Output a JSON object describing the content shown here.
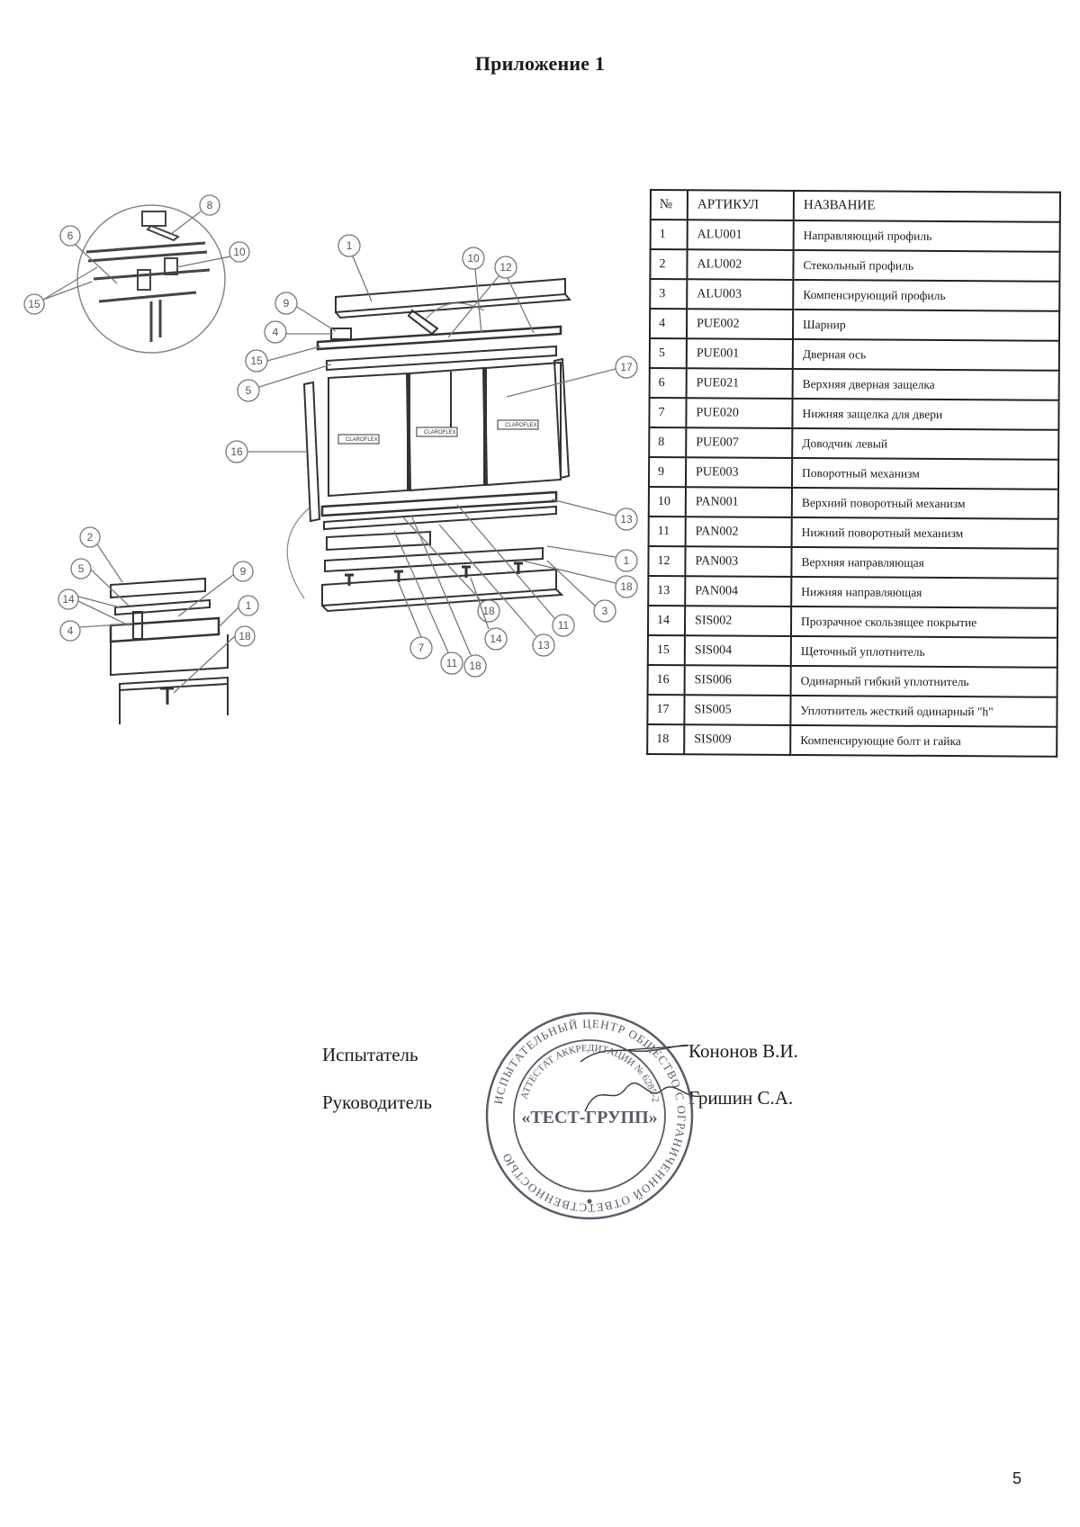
{
  "document": {
    "title": "Приложение 1",
    "page_number": "5"
  },
  "parts_table": {
    "headers": [
      "№",
      "АРТИКУЛ",
      "НАЗВАНИЕ"
    ],
    "rows": [
      {
        "num": "1",
        "code": "ALU001",
        "name": "Направляющий профиль"
      },
      {
        "num": "2",
        "code": "ALU002",
        "name": "Стекольный профиль"
      },
      {
        "num": "3",
        "code": "ALU003",
        "name": "Компенсирующий профиль"
      },
      {
        "num": "4",
        "code": "PUE002",
        "name": "Шарнир"
      },
      {
        "num": "5",
        "code": "PUE001",
        "name": "Дверная ось"
      },
      {
        "num": "6",
        "code": "PUE021",
        "name": "Верхняя дверная защелка"
      },
      {
        "num": "7",
        "code": "PUE020",
        "name": "Нижняя защелка для двери"
      },
      {
        "num": "8",
        "code": "PUE007",
        "name": "Доводчик левый"
      },
      {
        "num": "9",
        "code": "PUE003",
        "name": "Поворотный механизм"
      },
      {
        "num": "10",
        "code": "PAN001",
        "name": "Верхний поворотный механизм"
      },
      {
        "num": "11",
        "code": "PAN002",
        "name": "Нижний поворотный механизм"
      },
      {
        "num": "12",
        "code": "PAN003",
        "name": "Верхняя направляющая"
      },
      {
        "num": "13",
        "code": "PAN004",
        "name": "Нижняя направляющая"
      },
      {
        "num": "14",
        "code": "SIS002",
        "name": "Прозрачное скользящее покрытие"
      },
      {
        "num": "15",
        "code": "SIS004",
        "name": "Щеточный уплотнитель"
      },
      {
        "num": "16",
        "code": "SIS006",
        "name": "Одинарный гибкий уплотнитель"
      },
      {
        "num": "17",
        "code": "SIS005",
        "name": "Уплотнитель жесткий одинарный \"h\""
      },
      {
        "num": "18",
        "code": "SIS009",
        "name": "Компенсирующие болт и гайка"
      }
    ]
  },
  "drawing": {
    "brand_label": "CLAROFLEX",
    "callouts_top_detail": [
      "8",
      "6",
      "10",
      "15"
    ],
    "callouts_main": [
      "1",
      "10",
      "12",
      "9",
      "4",
      "15",
      "5",
      "17",
      "16",
      "13",
      "1",
      "18",
      "3",
      "11",
      "13",
      "14",
      "18",
      "7",
      "11",
      "18"
    ],
    "callouts_bottom_detail": [
      "2",
      "5",
      "9",
      "14",
      "1",
      "4",
      "18"
    ]
  },
  "signatures": {
    "tester_label": "Испытатель",
    "tester_name": "Кононов В.И.",
    "head_label": "Руководитель",
    "head_name": "Гришин С.А."
  },
  "stamp": {
    "center_text": "«ТЕСТ-ГРУПП»",
    "ring_text": "ИСПЫТАТЕЛЬНЫЙ ЦЕНТР ОБЩЕСТВО С ОГРАНИЧЕННОЙ ОТВЕТСТВЕННОСТЬЮ",
    "inner_text": "АТТЕСТАТ АККРЕДИТАЦИИ № 6285-2"
  },
  "colors": {
    "ink": "#1a1a1a",
    "stamp": "#5a5a6a",
    "callout": "#777777"
  }
}
